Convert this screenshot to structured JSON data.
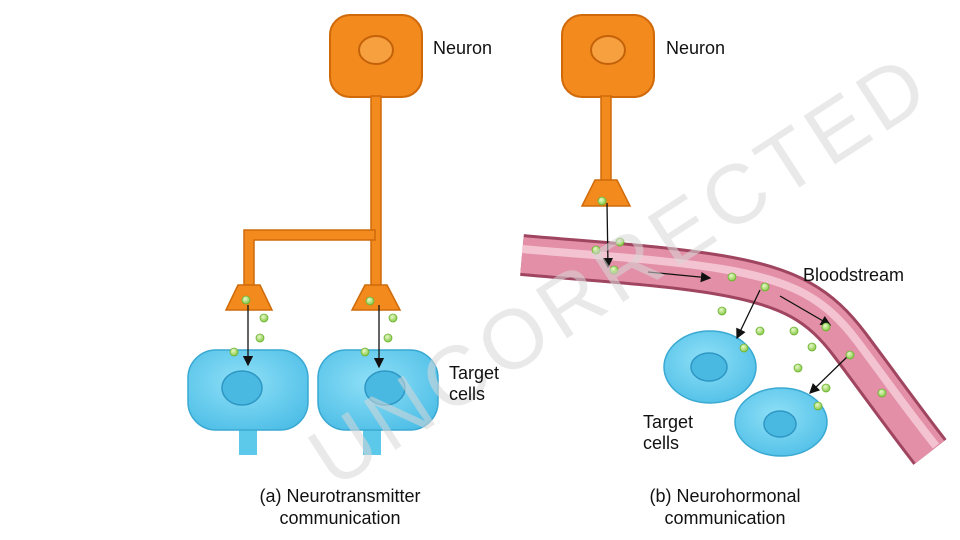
{
  "panel_a": {
    "neuron_label": "Neuron",
    "target_label_line1": "Target",
    "target_label_line2": "cells",
    "caption_line1": "(a) Neurotransmitter",
    "caption_line2": "communication"
  },
  "panel_b": {
    "neuron_label": "Neuron",
    "bloodstream_label": "Bloodstream",
    "target_label_line1": "Target",
    "target_label_line2": "cells",
    "caption_line1": "(b) Neurohormonal",
    "caption_line2": "communication"
  },
  "watermark": "UNCORRECTED",
  "colors": {
    "neuron": "#f28a1e",
    "neuron_outline": "#d06a08",
    "target_cell": "#5cc8ea",
    "nucleus": "#3fb0dc",
    "bloodstream": "#d9899f",
    "signal": "#8fd14f"
  }
}
